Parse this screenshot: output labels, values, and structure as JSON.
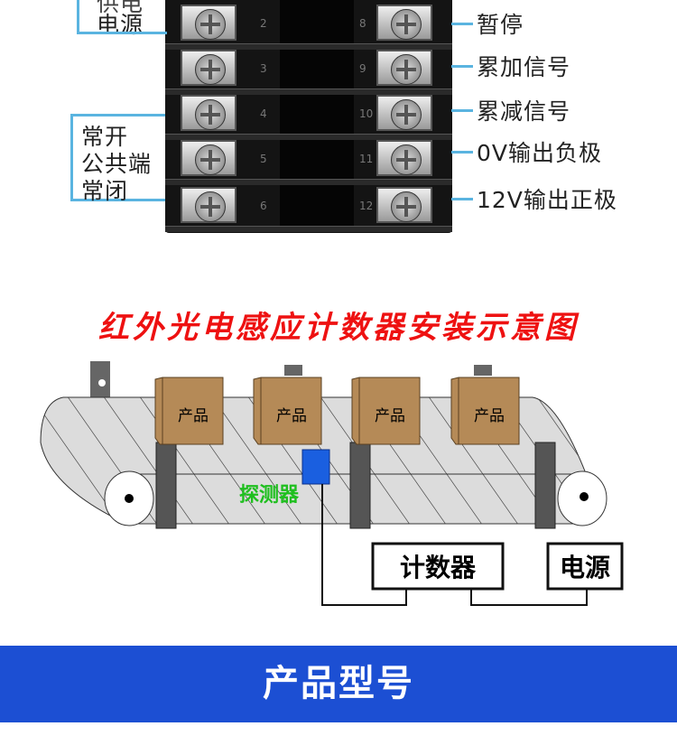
{
  "terminals": {
    "left_numbers": [
      "2",
      "3",
      "4",
      "5",
      "6"
    ],
    "right_numbers": [
      "8",
      "9",
      "10",
      "11",
      "12"
    ],
    "left_labels": {
      "power": "电源",
      "relay": [
        "常开",
        "公共端",
        "常闭"
      ]
    },
    "right_labels": [
      "暂停",
      "累加信号",
      "累减信号",
      "0V输出负极",
      "12V输出正极"
    ]
  },
  "diagram": {
    "title": "红外光电感应计数器安装示意图",
    "product_label": "产品",
    "detector_label": "探测器",
    "counter_label": "计数器",
    "power_label": "电源"
  },
  "banner": {
    "title": "产品型号"
  },
  "colors": {
    "banner": "#1c4fd3",
    "title": "#e11111",
    "box": "#b58a57",
    "detector": "#1a5fe0"
  }
}
